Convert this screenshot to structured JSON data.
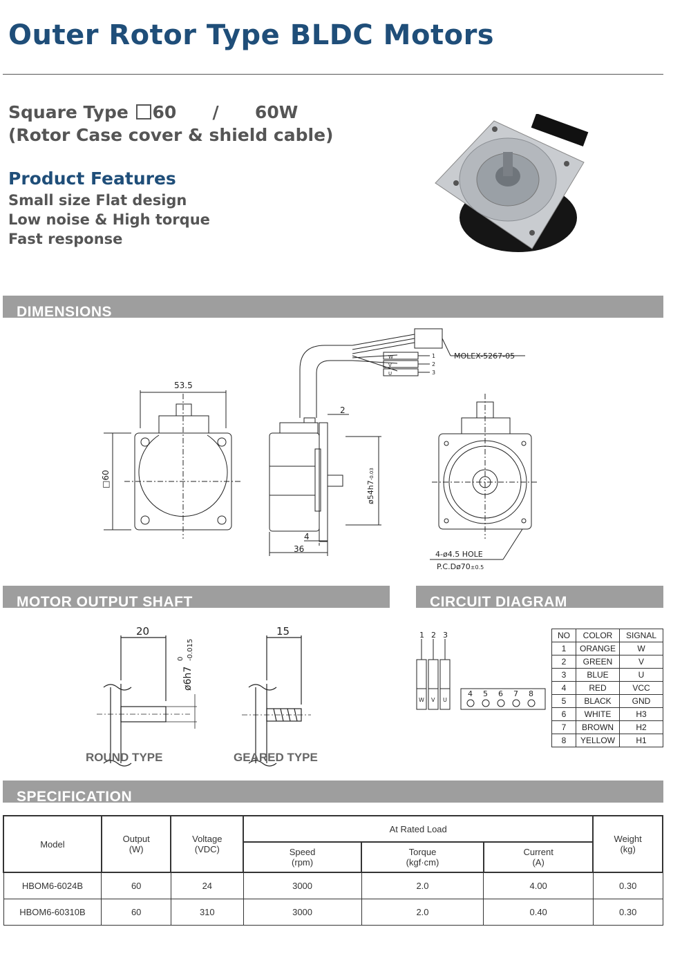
{
  "header": {
    "title": "Outer Rotor Type BLDC Motors",
    "subtitle_prefix": "Square Type",
    "subtitle_size": "60",
    "subtitle_sep": "/",
    "subtitle_power": "60W",
    "subtitle_line2": "(Rotor Case cover & shield cable)"
  },
  "features": {
    "heading": "Product Features",
    "items": [
      "Small size Flat design",
      "Low noise & High torque",
      "Fast response"
    ]
  },
  "sections": {
    "dimensions": "DIMENSIONS",
    "shaft": "MOTOR OUTPUT SHAFT",
    "circuit": "CIRCUIT DIAGRAM",
    "spec": "SPECIFICATION"
  },
  "dimensions": {
    "width": "53.5",
    "height": "□60",
    "flange": "2",
    "depth": "36",
    "step": "4",
    "boss": "ø54h7",
    "boss_tol": "-0.03",
    "connector": "MOLEX-5267-05",
    "wires": [
      "W",
      "V",
      "U"
    ],
    "wire_nums": [
      "1",
      "2",
      "3"
    ],
    "hole": "4-ø4.5 HOLE",
    "pcd": "P.C.Dø70",
    "pcd_tol": "±0.5"
  },
  "shaft": {
    "round_len": "20",
    "geared_len": "15",
    "dia": "ø6h7",
    "dia_tol_top": "0",
    "dia_tol_bot": "-0.015",
    "round_label": "ROUND TYPE",
    "geared_label": "GEARED TYPE"
  },
  "circuit": {
    "top_nums": [
      "1",
      "2",
      "3"
    ],
    "wire_labels": [
      "W",
      "V",
      "U"
    ],
    "pins": [
      "4",
      "5",
      "6",
      "7",
      "8"
    ],
    "headers": [
      "NO",
      "COLOR",
      "SIGNAL"
    ],
    "rows": [
      [
        "1",
        "ORANGE",
        "W"
      ],
      [
        "2",
        "GREEN",
        "V"
      ],
      [
        "3",
        "BLUE",
        "U"
      ],
      [
        "4",
        "RED",
        "VCC"
      ],
      [
        "5",
        "BLACK",
        "GND"
      ],
      [
        "6",
        "WHITE",
        "H3"
      ],
      [
        "7",
        "BROWN",
        "H2"
      ],
      [
        "8",
        "YELLOW",
        "H1"
      ]
    ]
  },
  "spec": {
    "model": "Model",
    "output": "Output",
    "output_unit": "(W)",
    "voltage": "Voltage",
    "voltage_unit": "(VDC)",
    "rated": "At Rated Load",
    "speed": "Speed",
    "speed_unit": "(rpm)",
    "torque": "Torque",
    "torque_unit": "(kgf·cm)",
    "current": "Current",
    "current_unit": "(A)",
    "weight": "Weight",
    "weight_unit": "(kg)",
    "rows": [
      [
        "HBOM6-6024B",
        "60",
        "24",
        "3000",
        "2.0",
        "4.00",
        "0.30"
      ],
      [
        "HBOM6-60310B",
        "60",
        "310",
        "3000",
        "2.0",
        "0.40",
        "0.30"
      ]
    ]
  },
  "colors": {
    "title": "#1f4e79",
    "bar": "#9e9e9e",
    "text": "#555555"
  }
}
